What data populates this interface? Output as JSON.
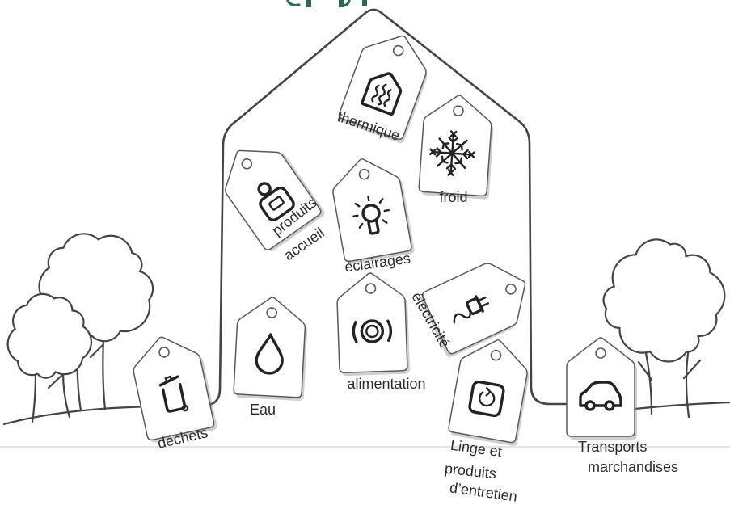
{
  "colors": {
    "ink": "#222222",
    "outline": "#444444",
    "tag_fill": "#ffffff",
    "tag_stroke": "#5a5a5a",
    "title_green": "#2e6b4c",
    "baseline": "#d4d4d4"
  },
  "tags": {
    "thermique": {
      "icon": "heat-icon",
      "label": [
        "thermique"
      ]
    },
    "froid": {
      "icon": "snowflake-icon",
      "label": [
        "froid"
      ]
    },
    "produits_accueil": {
      "icon": "bag-icon",
      "label": [
        "produits",
        "accueil"
      ]
    },
    "eclairages": {
      "icon": "light-bulb-icon",
      "label": [
        "éclairages"
      ]
    },
    "electricite": {
      "icon": "plug-icon",
      "label": [
        "électricité"
      ]
    },
    "alimentation": {
      "icon": "plate-icon",
      "label": [
        "alimentation"
      ]
    },
    "eau": {
      "icon": "water-drop-icon",
      "label": [
        "Eau"
      ]
    },
    "dechets": {
      "icon": "trash-bin-icon",
      "label": [
        "déchets"
      ]
    },
    "linge": {
      "icon": "washing-machine-icon",
      "label": [
        "Linge et",
        "produits",
        "d’entretien"
      ]
    },
    "transports": {
      "icon": "car-icon",
      "label": [
        "Transports",
        "marchandises"
      ]
    }
  }
}
